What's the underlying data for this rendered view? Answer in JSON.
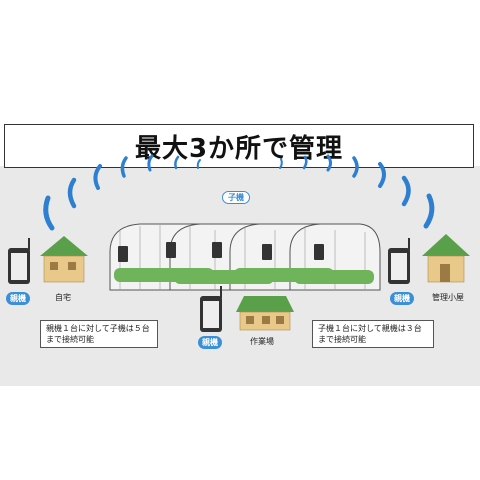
{
  "title": "最大3か所で管理",
  "child_label": "子機",
  "parent_label": "親機",
  "locations": {
    "home": "自宅",
    "workshop": "作業場",
    "shed": "管理小屋"
  },
  "notes": {
    "left": [
      "親機１台に対して子機は５台",
      "まで接続可能"
    ],
    "right": [
      "子機１台に対して親機は３台",
      "まで接続可能"
    ]
  },
  "colors": {
    "accent_blue": "#3a8fd6",
    "roof_green": "#5aa04a",
    "wall_tan": "#e8c98a",
    "device_dark": "#333333"
  }
}
